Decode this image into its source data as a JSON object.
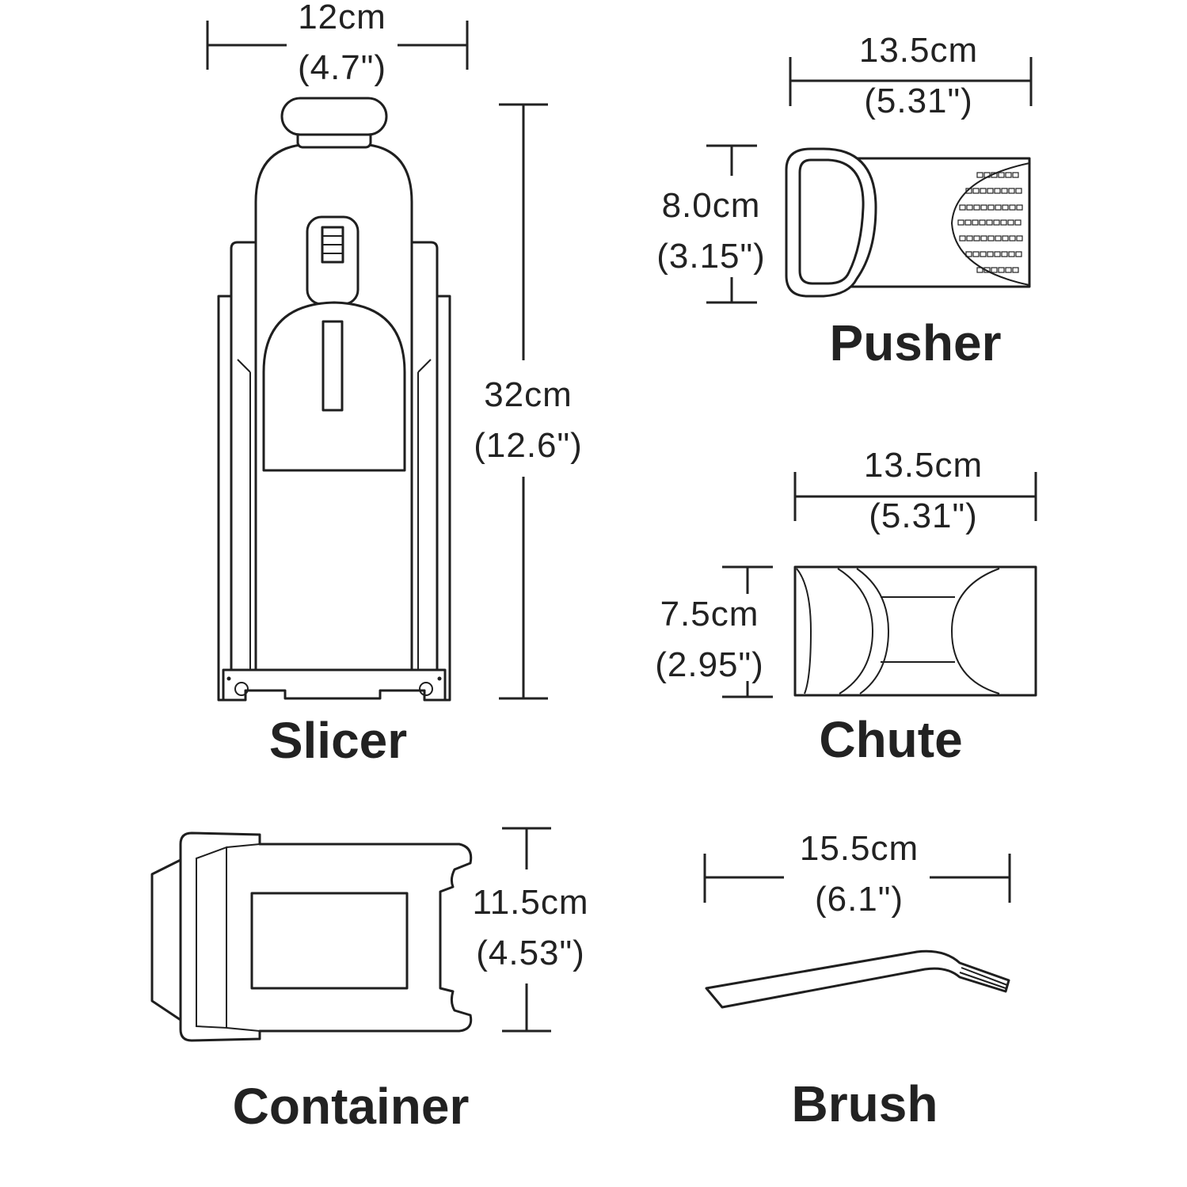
{
  "colors": {
    "line": "#222222",
    "background": "#ffffff"
  },
  "slicer": {
    "name": "Slicer",
    "width": {
      "metric": "12cm",
      "imperial": "(4.7\")"
    },
    "height": {
      "metric": "32cm",
      "imperial": "(12.6\")"
    }
  },
  "pusher": {
    "name": "Pusher",
    "width": {
      "metric": "13.5cm",
      "imperial": "(5.31\")"
    },
    "height": {
      "metric": "8.0cm",
      "imperial": "(3.15\")"
    }
  },
  "chute": {
    "name": "Chute",
    "width": {
      "metric": "13.5cm",
      "imperial": "(5.31\")"
    },
    "height": {
      "metric": "7.5cm",
      "imperial": "(2.95\")"
    }
  },
  "container": {
    "name": "Container",
    "height": {
      "metric": "11.5cm",
      "imperial": "(4.53\")"
    }
  },
  "brush": {
    "name": "Brush",
    "length": {
      "metric": "15.5cm",
      "imperial": "(6.1\")"
    }
  }
}
